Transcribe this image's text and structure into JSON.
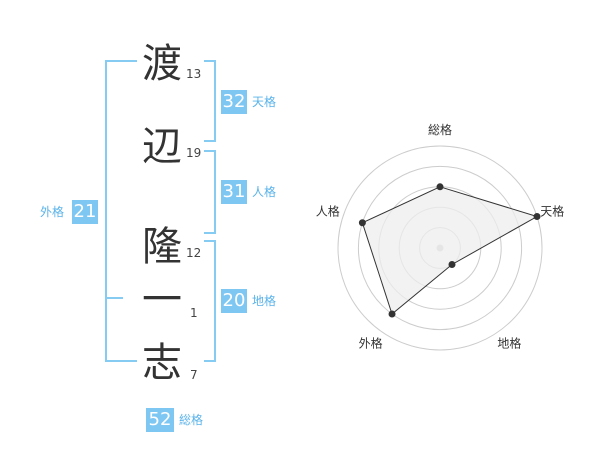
{
  "name_chars": [
    {
      "char": "渡",
      "strokes": "13"
    },
    {
      "char": "辺",
      "strokes": "19"
    },
    {
      "char": "隆",
      "strokes": "12"
    },
    {
      "char": "一",
      "strokes": "1"
    },
    {
      "char": "志",
      "strokes": "7"
    }
  ],
  "kakusu": {
    "tenkaku": {
      "value": "32",
      "label": "天格"
    },
    "jinkaku": {
      "value": "31",
      "label": "人格"
    },
    "chikaku": {
      "value": "20",
      "label": "地格"
    },
    "gaikaku": {
      "value": "21",
      "label": "外格"
    },
    "soukaku": {
      "value": "52",
      "label": "総格"
    }
  },
  "chart_data": {
    "type": "radar",
    "axes": [
      "総格",
      "天格",
      "地格",
      "外格",
      "人格"
    ],
    "values": [
      3,
      5,
      1,
      4,
      4
    ],
    "max": 5,
    "rings": 5
  },
  "colors": {
    "accent": "#7fc7f3",
    "accent_text": "#5ab3ea",
    "bracket": "#86cbf2",
    "radar_fill": "#eeeeee",
    "radar_line": "#333333",
    "grid": "#cccccc"
  }
}
